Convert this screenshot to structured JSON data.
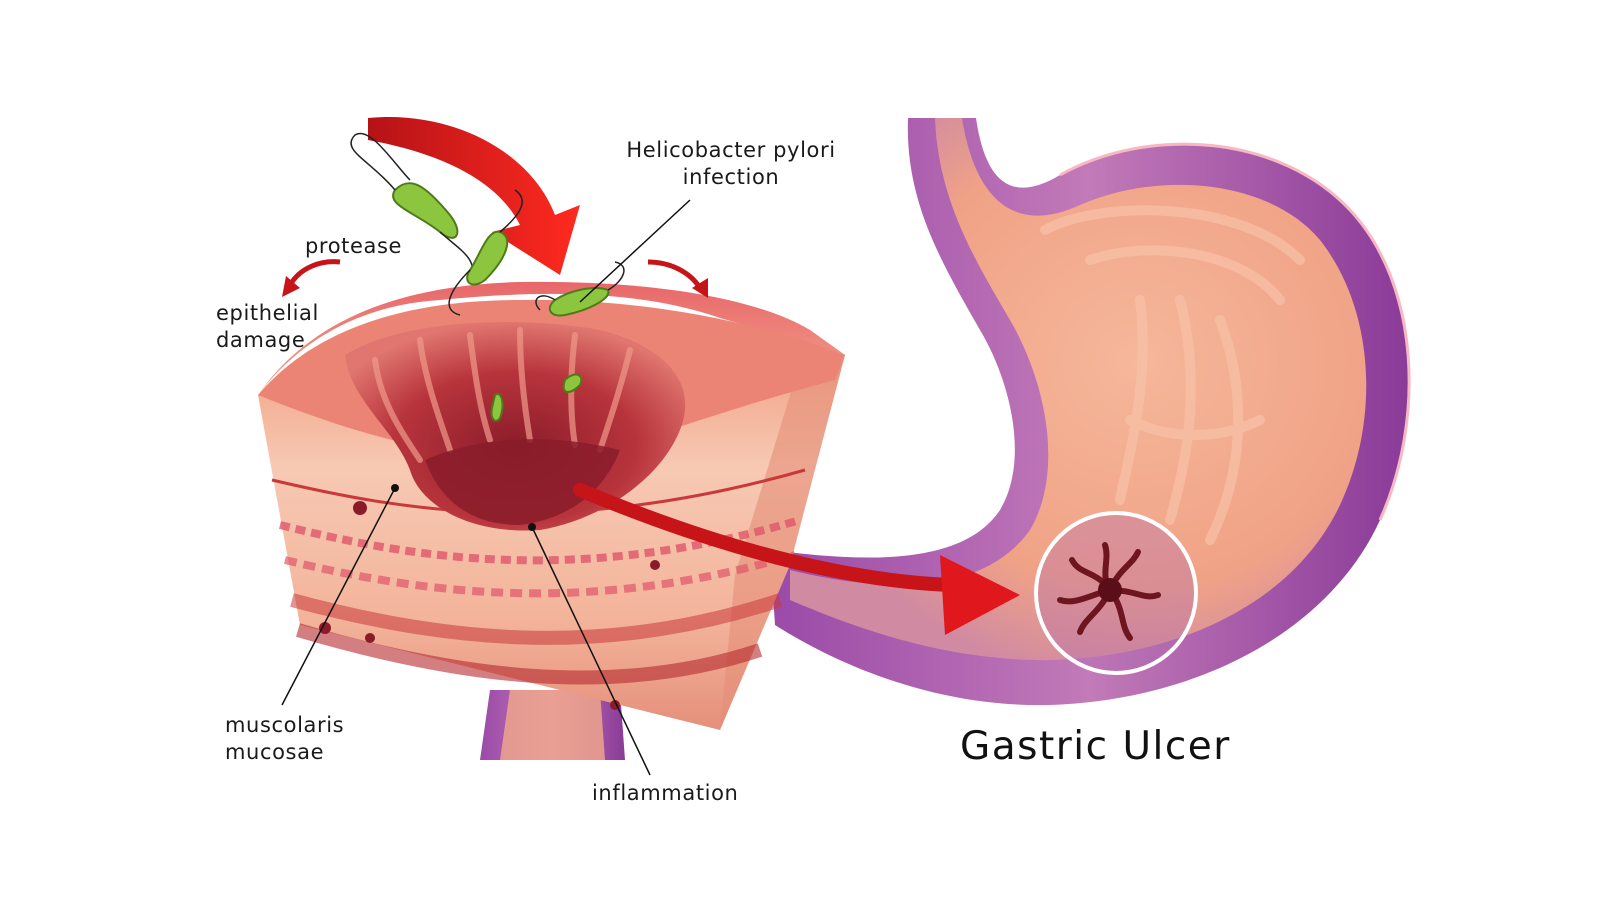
{
  "labels": {
    "hp_line1": "Helicobacter pylori",
    "hp_line2": "infection",
    "protease": "protease",
    "epithelial_line1": "epithelial",
    "epithelial_line2": "damage",
    "muscolaris_line1": "muscolaris",
    "muscolaris_line2": "mucosae",
    "inflammation": "inflammation"
  },
  "title": "Gastric Ulcer",
  "colors": {
    "stomach_purple": "#8e3f9e",
    "stomach_lining": "#f2a98a",
    "tissue_red": "#c9383a",
    "tissue_pink": "#f4b49c",
    "arrow_red": "#d8161a",
    "bacteria_green": "#8cc63f",
    "label_text": "#1a1a1a"
  }
}
